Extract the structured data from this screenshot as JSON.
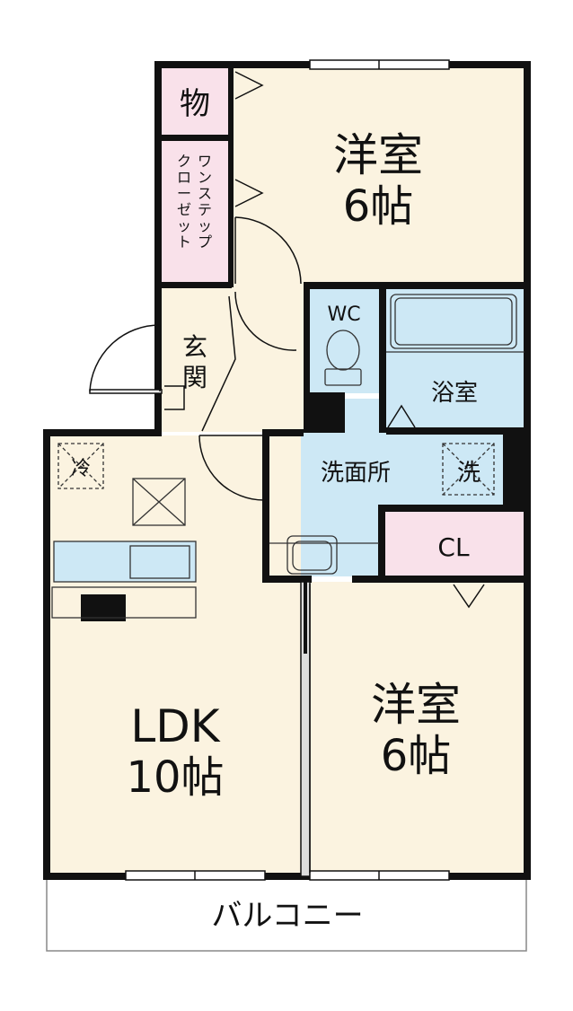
{
  "rooms": {
    "bedroom_top": {
      "name": "洋室",
      "size": "6帖"
    },
    "bedroom_bottom": {
      "name": "洋室",
      "size": "6帖"
    },
    "ldk": {
      "name": "LDK",
      "size": "10帖"
    },
    "storage": "物",
    "step_closet": "ワンステップクローゼット",
    "entrance": "玄関",
    "wc": "WC",
    "bath": "浴室",
    "washroom": "洗面所",
    "washer": "洗",
    "fridge": "冷",
    "closet": "CL",
    "balcony": "バルコニー"
  },
  "colors": {
    "wall": "#111111",
    "floor": "#fbf3e0",
    "wet_area": "#cde8f5",
    "storage": "#f9e1ea",
    "balcony": "#ffffff"
  }
}
